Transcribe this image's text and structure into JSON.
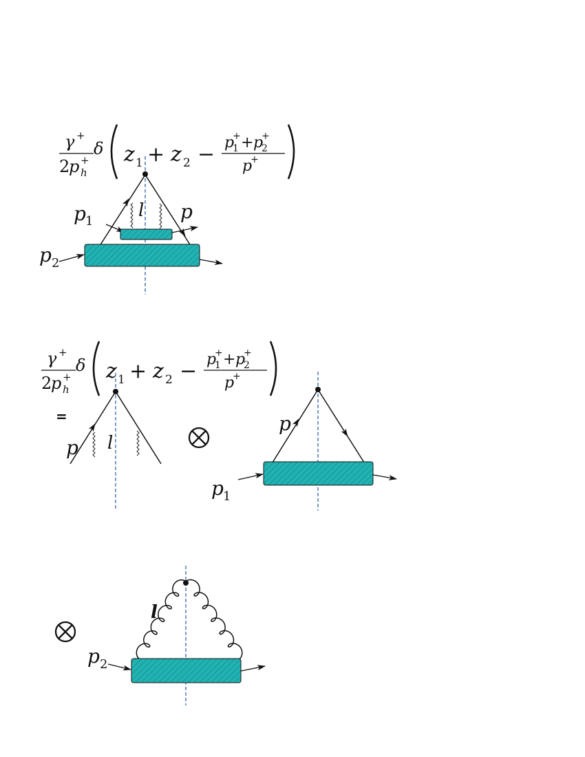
{
  "colors": {
    "blob": "#22b2b2",
    "cut": "#2f68a8",
    "ink": "#111111"
  },
  "formula": {
    "gamma": "γ",
    "gamma_sup": "+",
    "den_2": "2",
    "den_p": "p",
    "den_sup": "+",
    "den_sub": "h",
    "delta": "δ",
    "z": "z",
    "z1_sub": "1",
    "plus": "+",
    "z2_sub": "2",
    "minus": "−",
    "p1": "p",
    "p1_sup": "+",
    "p1_sub": "1",
    "p2": "p",
    "p2_sup": "+",
    "p2_sub": "2",
    "pden": "p",
    "pden_sup": "+"
  },
  "diagram_a": {
    "label_p1": "p",
    "label_p1_sub": "1",
    "label_p2": "p",
    "label_p2_sub": "2",
    "label_l": "l",
    "label_p": "p"
  },
  "equals_sign": "=",
  "otimes": "⊗",
  "diagram_b": {
    "label_p": "p",
    "label_l": "l"
  },
  "diagram_c": {
    "label_p": "p",
    "label_p1": "p",
    "label_p1_sub": "1"
  },
  "diagram_d": {
    "label_l": "l",
    "label_p2": "p",
    "label_p2_sub": "2"
  }
}
